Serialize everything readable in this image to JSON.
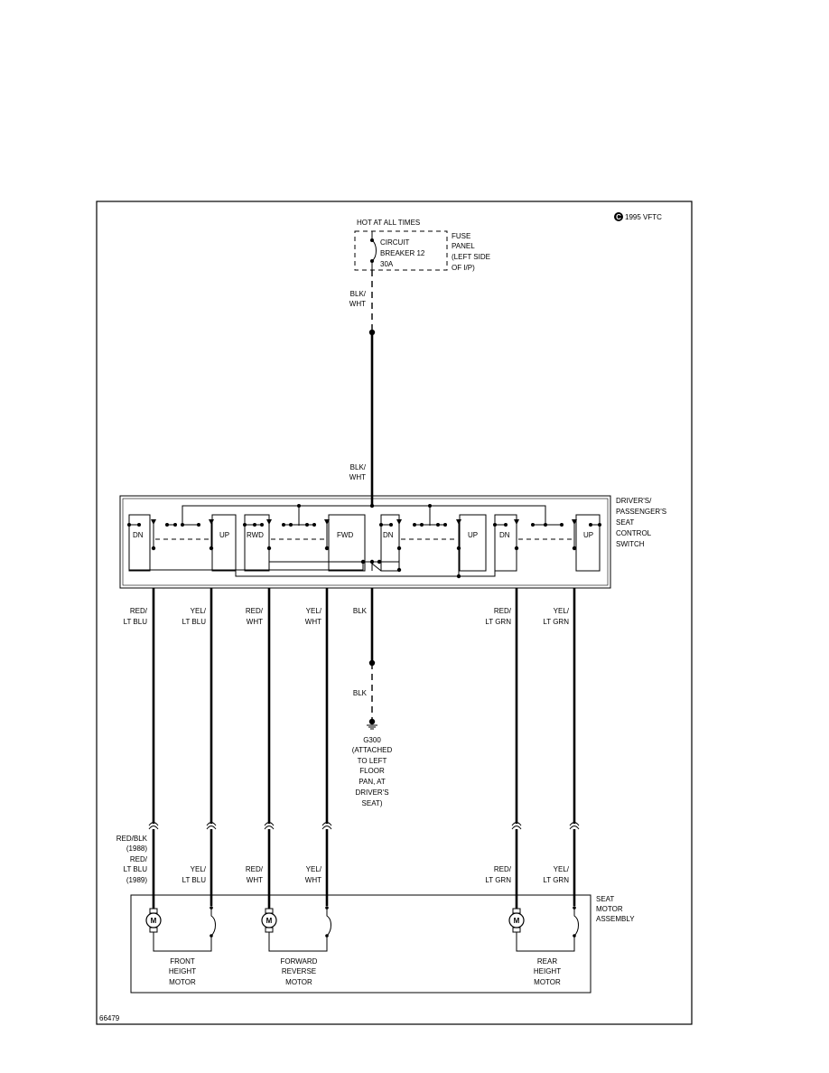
{
  "copyright": "1995 VFTC",
  "copyright_mark": "C",
  "hot_label": "HOT AT ALL TIMES",
  "breaker": {
    "lines": [
      "CIRCUIT",
      "BREAKER 12",
      "30A"
    ]
  },
  "fuse_panel": {
    "lines": [
      "FUSE",
      "PANEL",
      "(LEFT SIDE",
      "OF I/P)"
    ]
  },
  "feed_wire_top": [
    "BLK/",
    "WHT"
  ],
  "feed_wire_bottom": [
    "BLK/",
    "WHT"
  ],
  "switch_name": [
    "DRIVER'S/",
    "PASSENGER'S",
    "SEAT",
    "CONTROL",
    "SWITCH"
  ],
  "switch_contacts": [
    "DN",
    "UP",
    "RWD",
    "FWD",
    "DN",
    "UP",
    "DN",
    "UP"
  ],
  "upper_wire_labels": [
    [
      "RED/",
      "LT BLU"
    ],
    [
      "YEL/",
      "LT BLU"
    ],
    [
      "RED/",
      "WHT"
    ],
    [
      "YEL/",
      "WHT"
    ],
    [
      "BLK"
    ],
    [
      "RED/",
      "LT GRN"
    ],
    [
      "YEL/",
      "LT GRN"
    ]
  ],
  "ground_wire": "BLK",
  "ground": [
    "G300",
    "(ATTACHED",
    "TO LEFT",
    "FLOOR",
    "PAN, AT",
    "DRIVER'S",
    "SEAT)"
  ],
  "lower_wire_labels": [
    [
      "RED/BLK",
      "(1988)",
      "RED/",
      "LT BLU",
      "(1989)"
    ],
    [
      "YEL/",
      "LT BLU"
    ],
    [
      "RED/",
      "WHT"
    ],
    [
      "YEL/",
      "WHT"
    ],
    [
      "RED/",
      "LT GRN"
    ],
    [
      "YEL/",
      "LT GRN"
    ]
  ],
  "motor_symbol": "M",
  "motor_assembly": [
    "SEAT",
    "MOTOR",
    "ASSEMBLY"
  ],
  "motors": [
    [
      "FRONT",
      "HEIGHT",
      "MOTOR"
    ],
    [
      "FORWARD",
      "REVERSE",
      "MOTOR"
    ],
    [
      "REAR",
      "HEIGHT",
      "MOTOR"
    ]
  ],
  "figure_number": "66479"
}
